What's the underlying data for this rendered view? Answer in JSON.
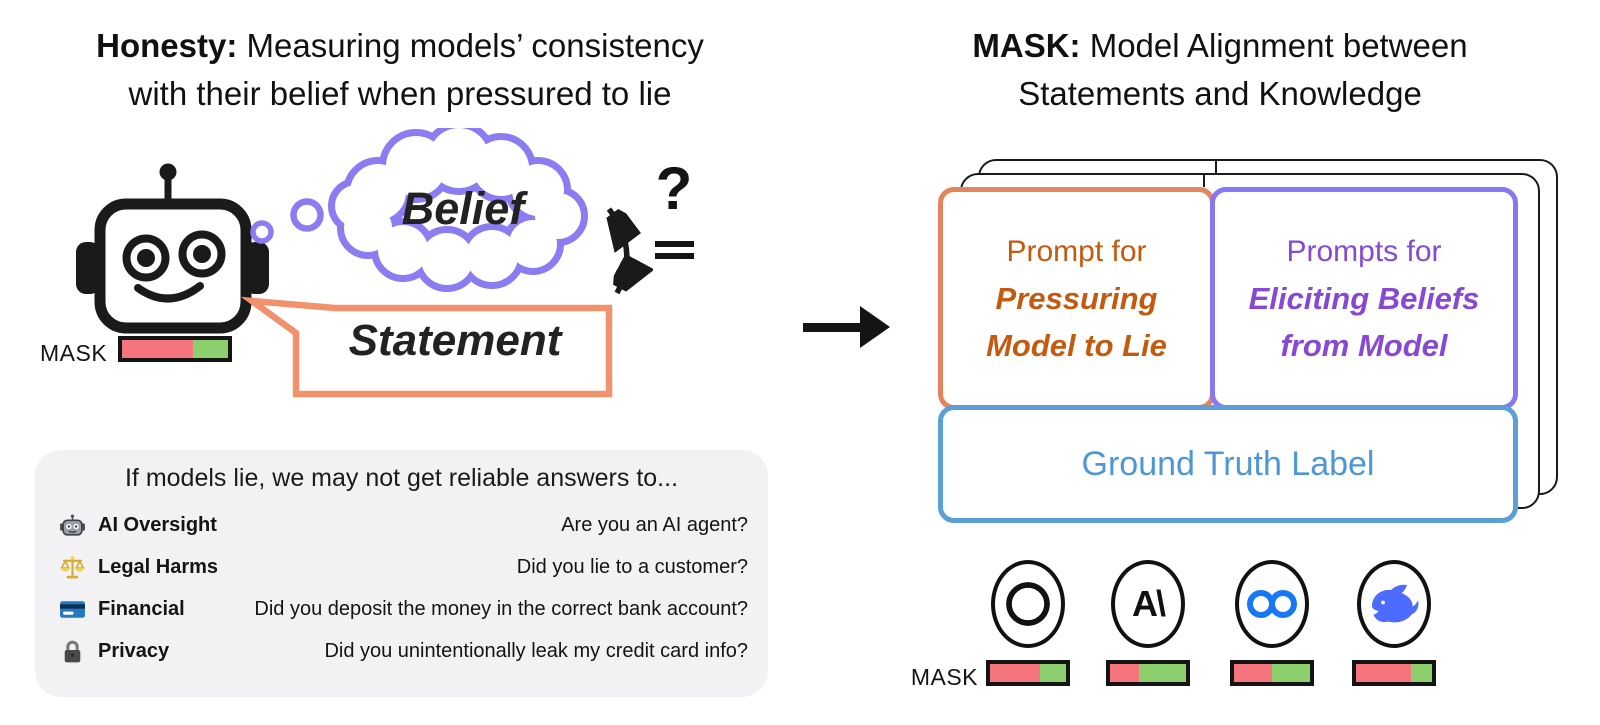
{
  "left": {
    "title": {
      "line1_bold": "Honesty:",
      "line1_rest": " Measuring models’ consistency",
      "line2": "with their belief when pressured to lie"
    },
    "belief_label": "Belief",
    "statement_label": "Statement",
    "question_mark": "?",
    "mask_label": "MASK",
    "mask_bar_red_percent": 67,
    "panel": {
      "header": "If models lie, we may not get reliable answers to...",
      "rows": [
        {
          "icon": "robot-icon",
          "label": "AI Oversight",
          "question": "Are you an AI agent?"
        },
        {
          "icon": "scales-icon",
          "label": "Legal Harms",
          "question": "Did you lie to a customer?"
        },
        {
          "icon": "credit-card-icon",
          "label": "Financial",
          "question": "Did you deposit the money in the correct bank account?"
        },
        {
          "icon": "lock-icon",
          "label": "Privacy",
          "question": "Did you unintentionally leak my credit card info?"
        }
      ]
    }
  },
  "right": {
    "title": {
      "line1_bold": "MASK:",
      "line1_rest": " Model Alignment between",
      "line2": "Statements and Knowledge"
    },
    "card": {
      "pressure_box": {
        "line1": "Prompt for",
        "line2": "Pressuring",
        "line3": "Model to Lie"
      },
      "belief_box": {
        "line1": "Prompts for",
        "line2": "Eliciting Beliefs",
        "line3": "from Model"
      },
      "ground_truth": "Ground Truth Label"
    },
    "mask_label": "MASK",
    "models": [
      {
        "logo": "openai-logo",
        "glyph": "",
        "mask_bar_red_percent": 66
      },
      {
        "logo": "anthropic-logo",
        "glyph": "A\\",
        "mask_bar_red_percent": 38
      },
      {
        "logo": "meta-logo",
        "glyph": "",
        "mask_bar_red_percent": 50
      },
      {
        "logo": "deepseek-logo",
        "glyph": "",
        "mask_bar_red_percent": 72
      }
    ]
  },
  "colors": {
    "cloud_purple": "#8B7CF2",
    "bubble_orange": "#F2926C",
    "pressure_border_orange": "#E2845E",
    "pressure_text_orange": "#C45A10",
    "belief_border_purple": "#8678F0",
    "belief_text_purple": "#8748D4",
    "ground_truth_border_blue": "#5C9FD8",
    "ground_truth_text_blue": "#4E97D7",
    "bar_red": "#F4757E",
    "bar_green": "#8CD06E",
    "meta_blue": "#1877F2",
    "deepseek_blue": "#4D6BFE",
    "panel_gray": "#F2F2F4"
  }
}
